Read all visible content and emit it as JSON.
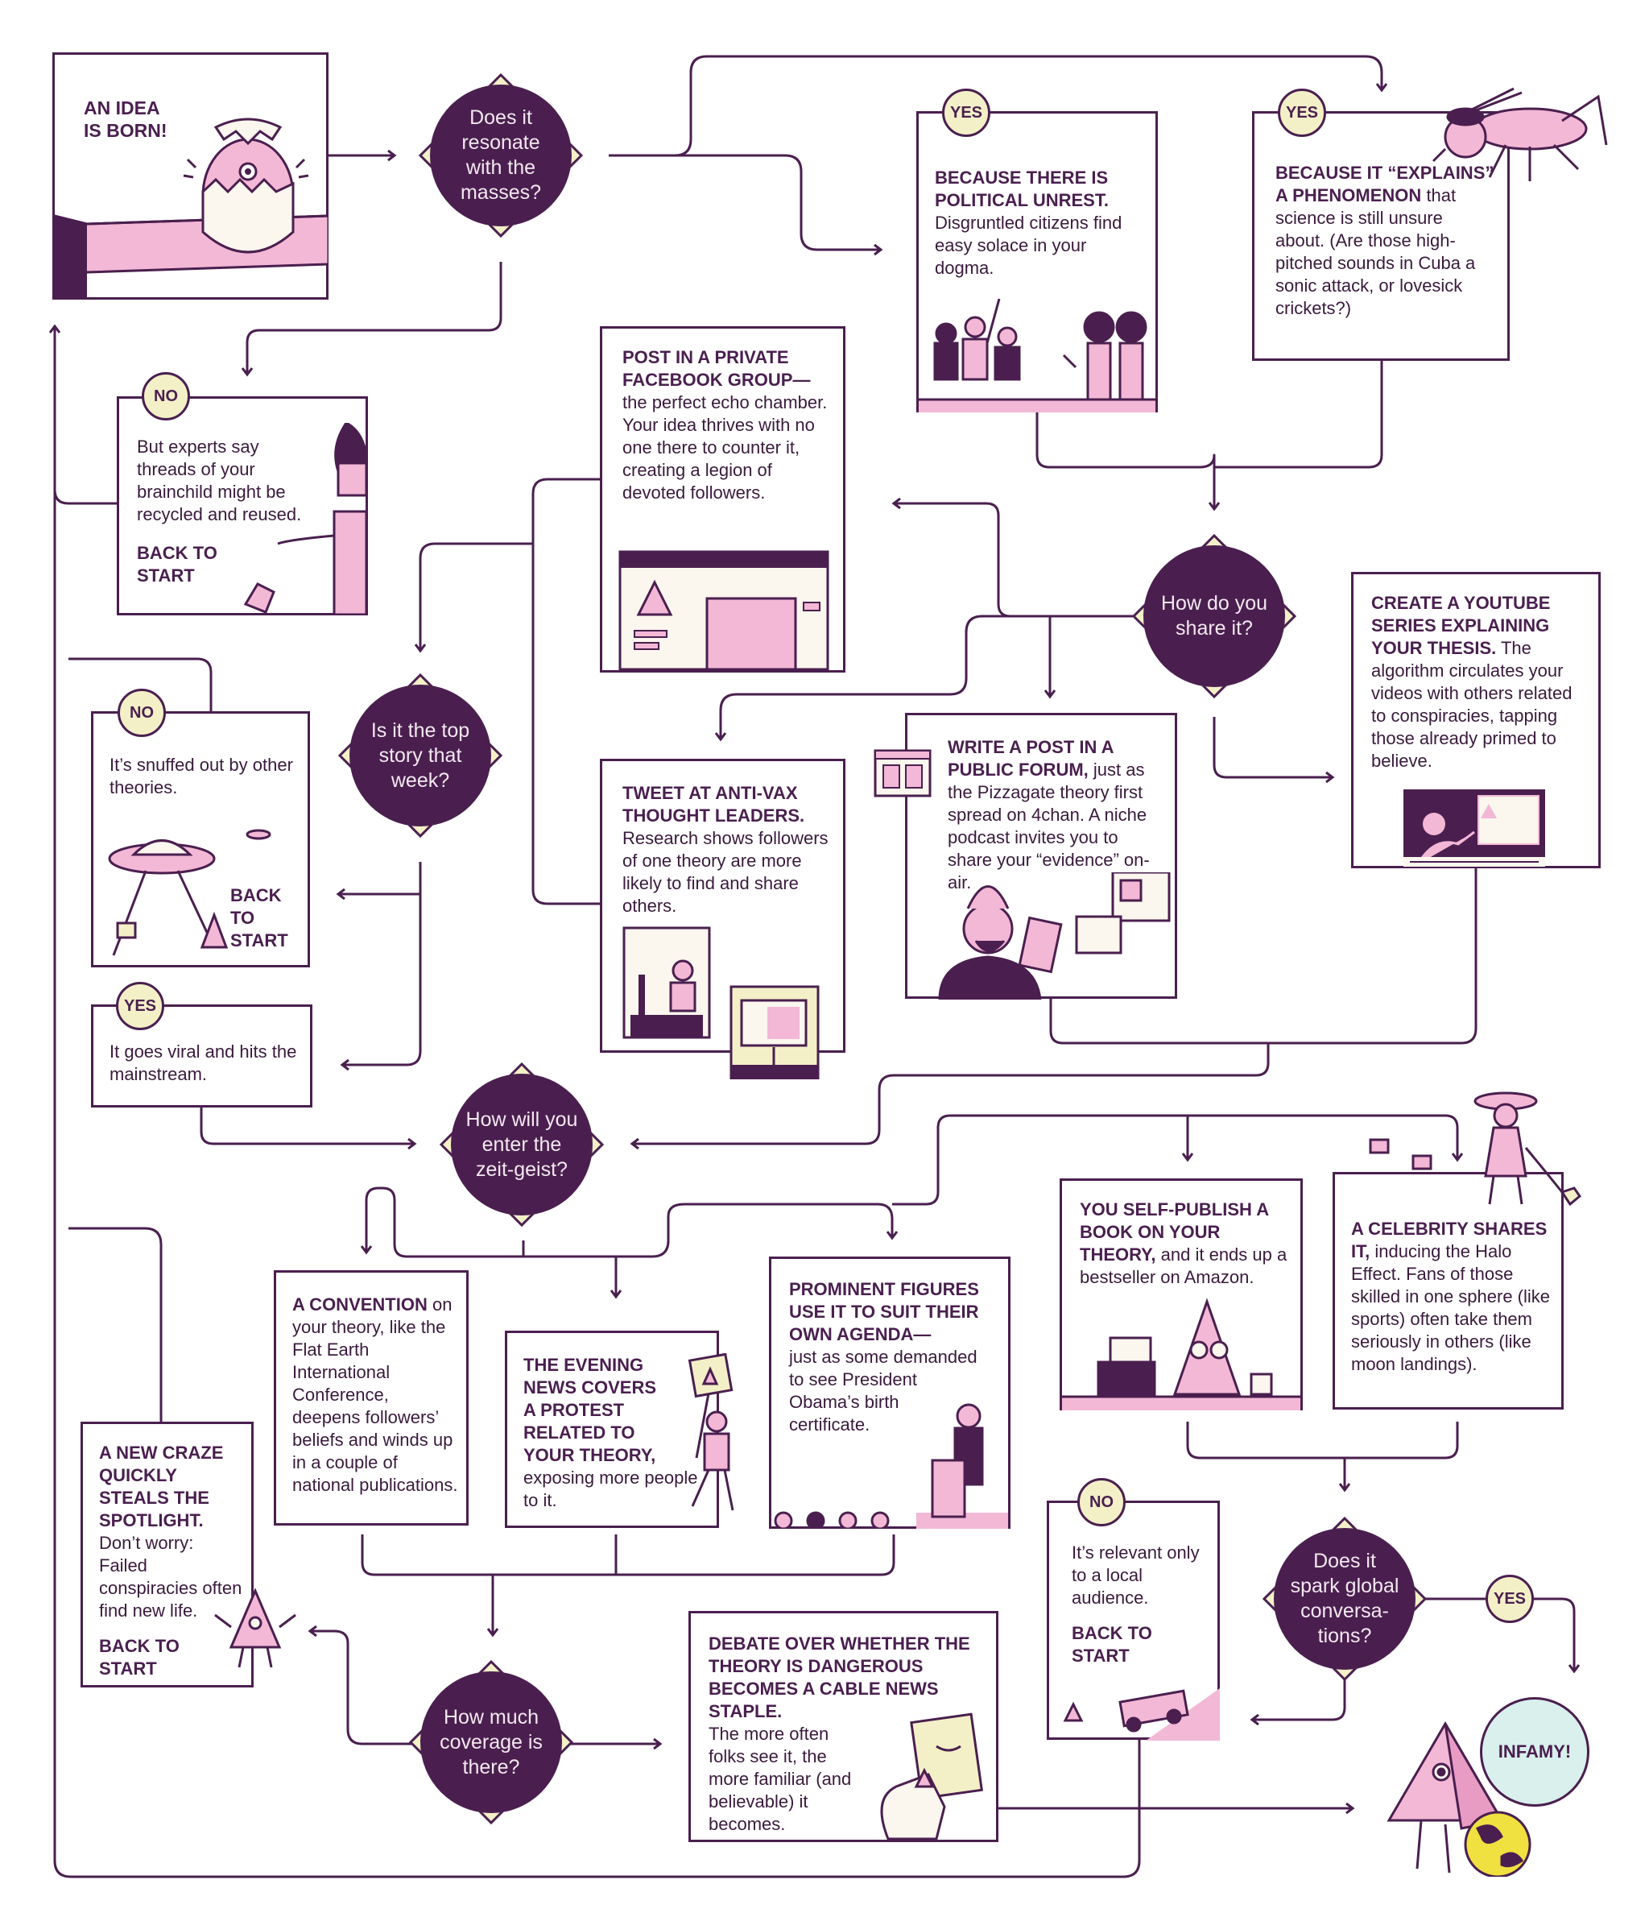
{
  "start": {
    "title": "AN IDEA IS BORN!"
  },
  "q_resonate": {
    "text": "Does it resonate with the masses?"
  },
  "yes_political": {
    "tag": "YES",
    "heading": "BECAUSE THERE IS POLITICAL UNREST.",
    "body": "Disgruntled citizens find easy solace in your dogma."
  },
  "yes_phenomenon": {
    "tag": "YES",
    "heading": "BECAUSE IT “EXPLAINS” A PHENOMENON",
    "body": "that science is still unsure about. (Are those high-pitched sounds in Cuba a sonic attack, or lovesick crickets?)"
  },
  "no_experts": {
    "tag": "NO",
    "body": "But experts say threads of your brainchild might be recycled and reused.",
    "back": "BACK TO START"
  },
  "facebook": {
    "heading": "POST IN A PRIVATE FACEBOOK GROUP—",
    "body": "the perfect echo chamber. Your idea thrives with no one there to counter it, creating a legion of devoted followers."
  },
  "q_share": {
    "text": "How do you share it?"
  },
  "youtube": {
    "heading": "CREATE A YOUTUBE SERIES EXPLAINING YOUR THESIS.",
    "body": "The algorithm circulates your videos with others related to conspiracies, tapping those already primed to believe."
  },
  "q_top_story": {
    "text": "Is it the top story that week?"
  },
  "no_snuffed": {
    "tag": "NO",
    "body": "It’s snuffed out by other theories.",
    "back": "BACK TO START"
  },
  "tweet": {
    "heading": "TWEET AT ANTI-VAX THOUGHT LEADERS.",
    "body": "Research shows followers of one theory are more likely to find and share others."
  },
  "forum": {
    "heading": "WRITE A POST IN A PUBLIC FORUM,",
    "body": "just as the Pizzagate theory first spread on 4chan. A niche podcast invites you to share your “evidence” on-air."
  },
  "yes_viral": {
    "tag": "YES",
    "body": "It goes viral and hits the mainstream."
  },
  "q_zeitgeist": {
    "text": "How will you enter the zeit-geist?"
  },
  "self_publish": {
    "heading": "YOU SELF-PUBLISH A BOOK ON YOUR THEORY,",
    "body": "and it ends up a bestseller on Amazon."
  },
  "celebrity": {
    "heading": "A CELEBRITY SHARES IT,",
    "body": "inducing the Halo Effect. Fans of those skilled in one sphere (like sports) often take them seriously in others (like moon landings)."
  },
  "convention": {
    "heading": "A CONVENTION",
    "body": "on your theory, like the Flat Earth International Conference, deepens followers’ beliefs and winds up in a couple of national publications."
  },
  "evening_news": {
    "heading": "THE EVENING NEWS COVERS A PROTEST RELATED TO YOUR THEORY,",
    "body": "exposing more people to it."
  },
  "prominent": {
    "heading": "PROMINENT FIGURES USE IT TO SUIT THEIR OWN AGENDA—",
    "body": "just as some demanded to see President Obama’s birth certificate."
  },
  "new_craze": {
    "heading": "A NEW CRAZE QUICKLY STEALS THE SPOTLIGHT.",
    "body": "Don’t worry: Failed conspiracies often find new life.",
    "back": "BACK TO START"
  },
  "no_local": {
    "tag": "NO",
    "body": "It’s relevant only to a local audience.",
    "back": "BACK TO START"
  },
  "q_global": {
    "text": "Does it spark global conversa-tions?"
  },
  "yes_global": {
    "tag": "YES"
  },
  "q_coverage": {
    "text": "How much coverage is there?"
  },
  "debate": {
    "heading": "DEBATE OVER WHETHER THE THEORY IS DANGEROUS BECOMES A CABLE NEWS STAPLE.",
    "body": "The more often folks see it, the more familiar (and believable) it becomes."
  },
  "infamy": {
    "text": "INFAMY!"
  },
  "colors": {
    "ink": "#4a1f4f",
    "pink": "#f3b8d6",
    "cream": "#f3f0c8",
    "mint": "#d9f0ec"
  }
}
